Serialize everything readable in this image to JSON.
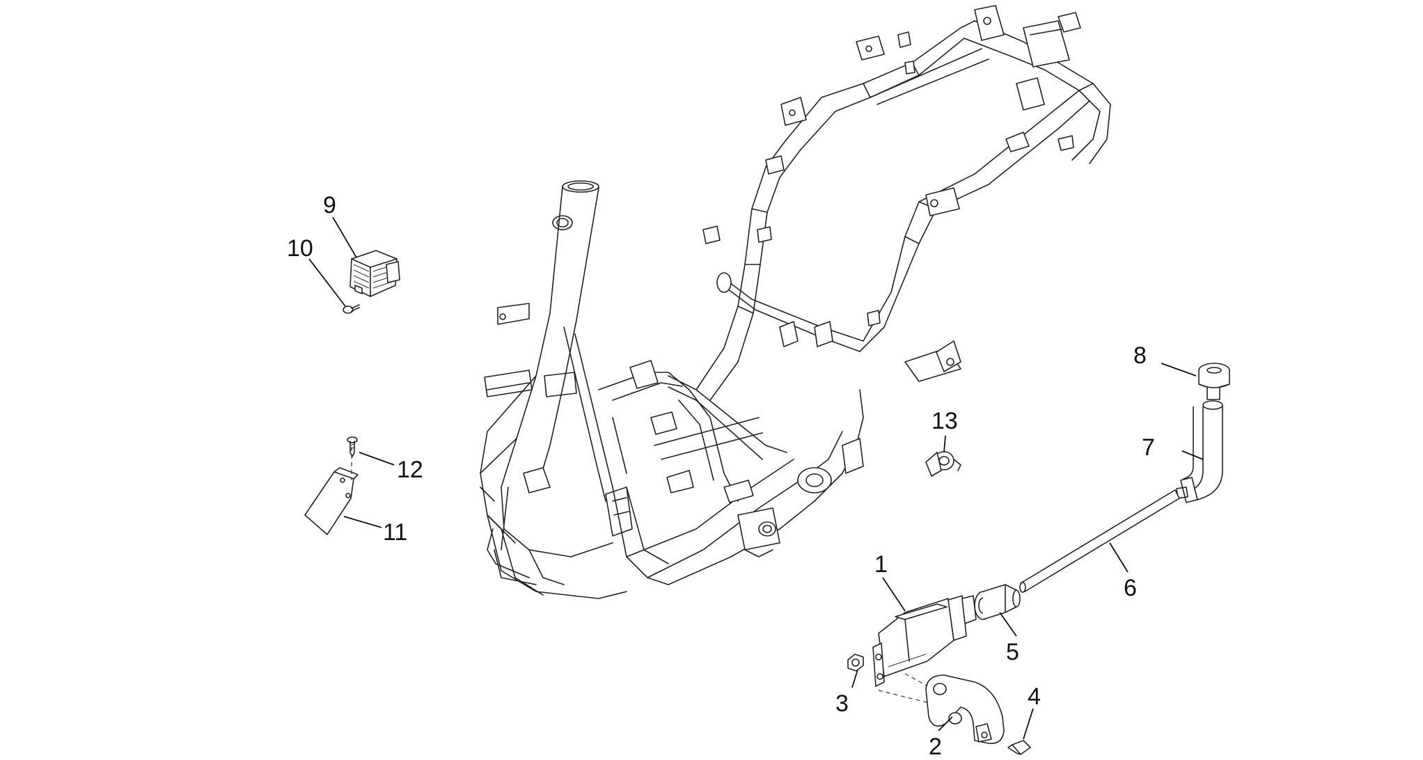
{
  "diagram": {
    "callouts": {
      "p1": "1",
      "p2": "2",
      "p3": "3",
      "p4": "4",
      "p5": "5",
      "p6": "6",
      "p7": "7",
      "p8": "8",
      "p9": "9",
      "p10": "10",
      "p11": "11",
      "p12": "12",
      "p13": "13"
    }
  }
}
